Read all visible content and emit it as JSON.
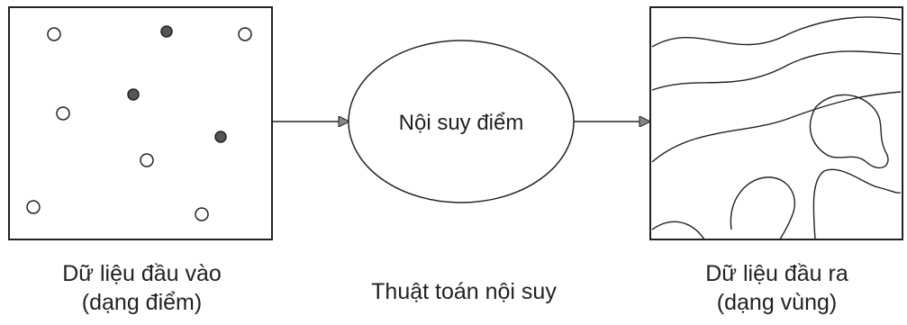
{
  "diagram": {
    "input": {
      "caption_line1": "Dữ liệu đầu vào",
      "caption_line2": "(dạng điểm)",
      "points": [
        {
          "filled": false
        },
        {
          "filled": true
        },
        {
          "filled": false
        },
        {
          "filled": true
        },
        {
          "filled": false
        },
        {
          "filled": true
        },
        {
          "filled": false
        },
        {
          "filled": false
        },
        {
          "filled": false
        }
      ]
    },
    "process": {
      "label": "Nội suy điểm",
      "caption": "Thuật toán nội suy"
    },
    "output": {
      "caption_line1": "Dữ liệu đầu ra",
      "caption_line2": "(dạng vùng)"
    }
  }
}
